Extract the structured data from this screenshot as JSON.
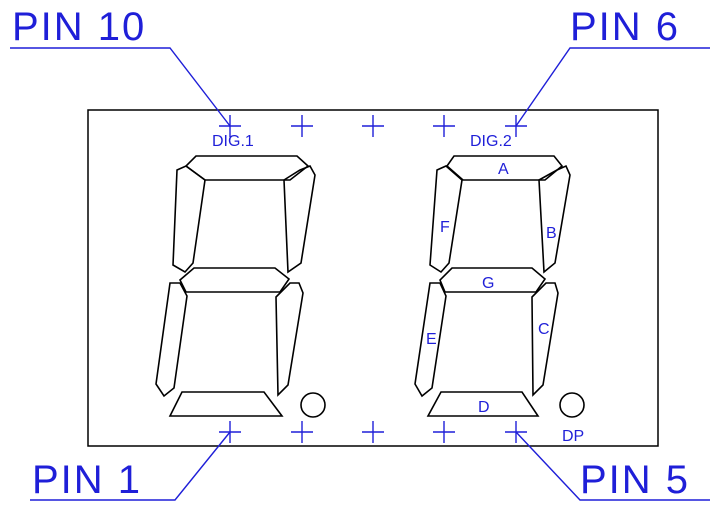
{
  "pins": {
    "pin10": "PIN 10",
    "pin6": "PIN 6",
    "pin1": "PIN 1",
    "pin5": "PIN 5"
  },
  "digits": {
    "dig1": "DIG.1",
    "dig2": "DIG.2"
  },
  "segments": {
    "a": "A",
    "b": "B",
    "c": "C",
    "d": "D",
    "e": "E",
    "f": "F",
    "g": "G"
  },
  "dp": "DP",
  "colors": {
    "outline": "#000000",
    "annotation": "#1f1fd8"
  }
}
